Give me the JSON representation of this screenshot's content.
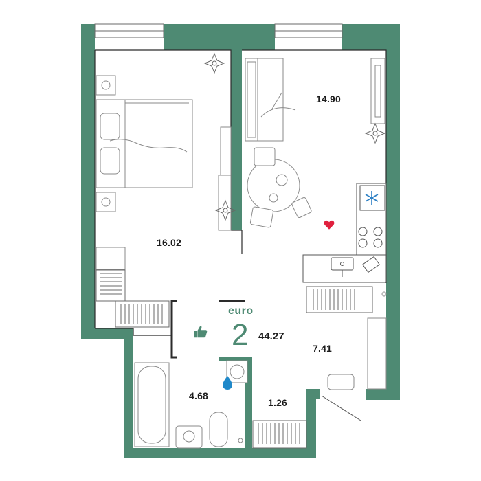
{
  "apartment": {
    "type_label": "euro",
    "rooms": "2",
    "total_area": "44.27"
  },
  "rooms": {
    "bedroom_area": "16.02",
    "living_kitchen_area": "14.90",
    "hallway_area": "7.41",
    "bathroom_area": "4.68",
    "wc_area": "1.26"
  },
  "colors": {
    "wall": "#4e8a73",
    "accent": "#4e8a73",
    "heart": "#e0203e",
    "drop": "#1f88c9",
    "snowflake": "#2b7fc4",
    "furniture_line": "#8a8a8a"
  },
  "icons": {
    "like": "thumbs-up-icon",
    "favorite": "heart-icon",
    "water": "water-drop-icon",
    "ac": "snowflake-icon",
    "plants": "plant-icon"
  }
}
